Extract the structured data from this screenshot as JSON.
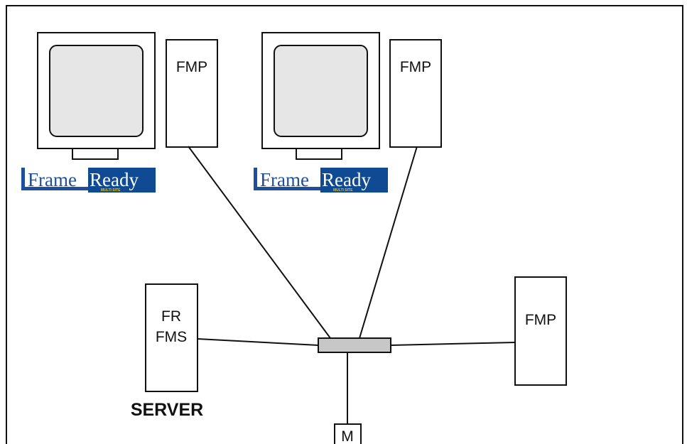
{
  "labels": {
    "fmp_1": "FMP",
    "fmp_2": "FMP",
    "fmp_3": "FMP",
    "server_line1": "FR",
    "server_line2": "FMS",
    "server_caption": "SERVER",
    "modem": "M"
  },
  "logo": {
    "part1": "Frame",
    "part2": "Ready",
    "subtitle": "MULTI SITE"
  },
  "colors": {
    "logo_blue": "#1d4f9c",
    "logo_panel": "#0f4a93",
    "logo_subtitle": "#f2c000",
    "screen_fill": "#e6e6e6",
    "hub_fill": "#c7c7c7"
  }
}
